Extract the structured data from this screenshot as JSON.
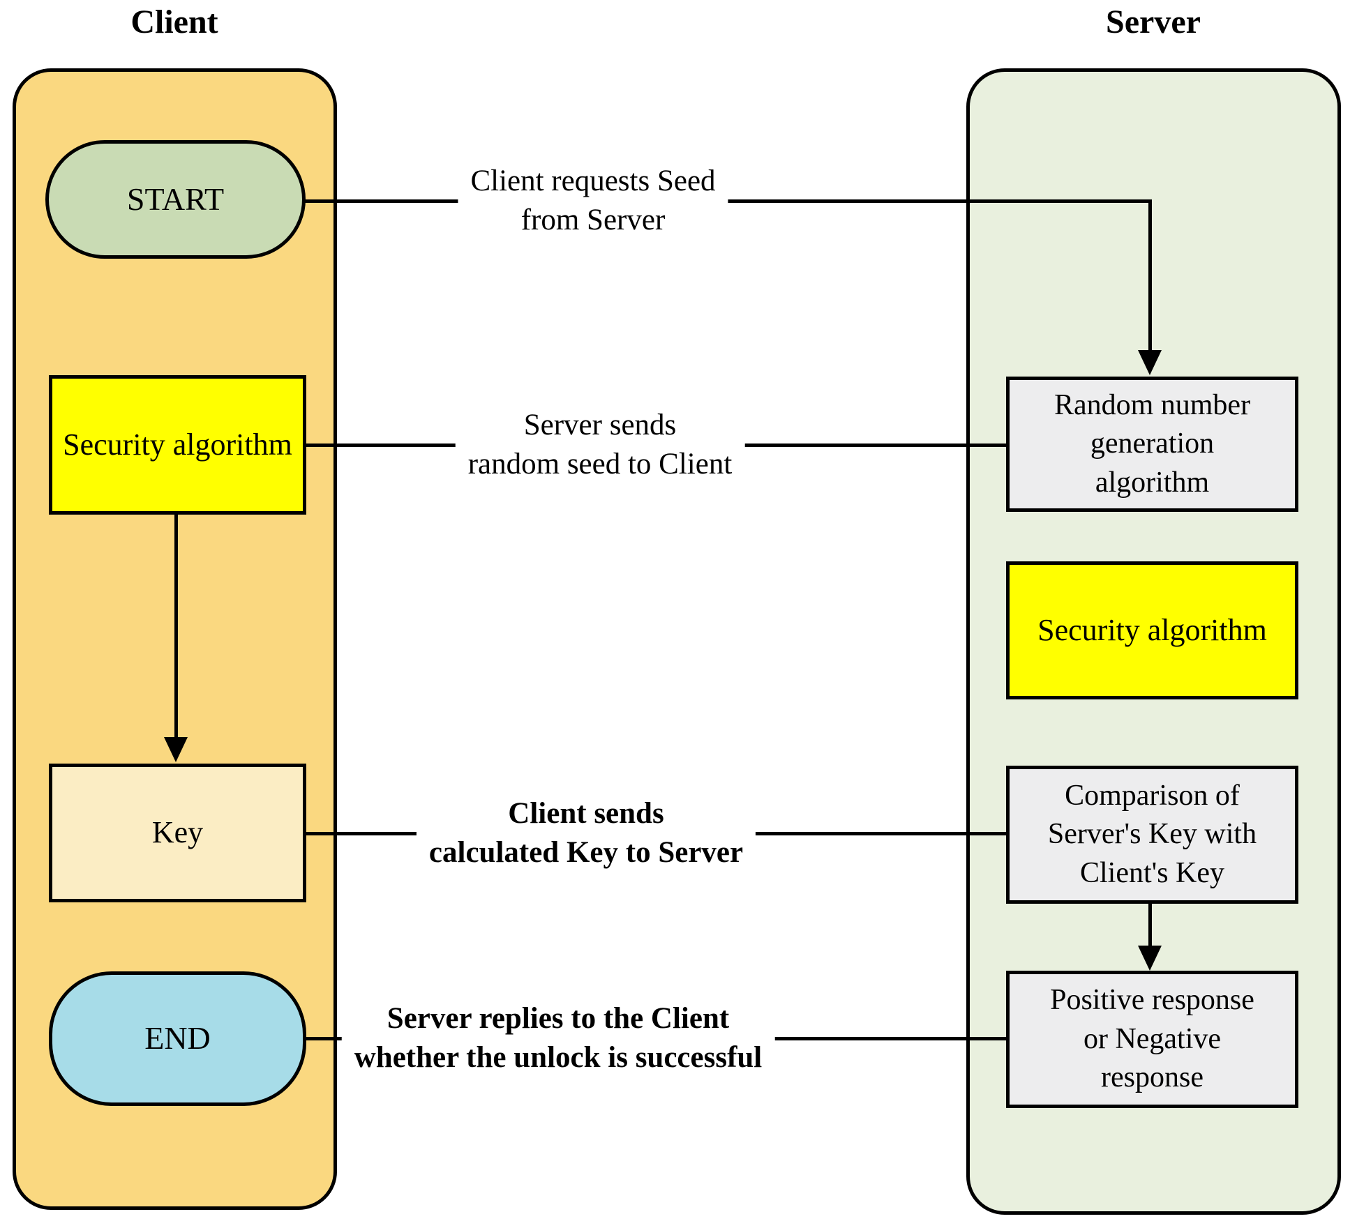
{
  "titles": {
    "client": "Client",
    "server": "Server"
  },
  "colors": {
    "client_panel": "#FAD880",
    "server_panel": "#E9F0DE",
    "start_fill": "#C9DBB4",
    "end_fill": "#A7DCE8",
    "key_fill": "#FBEDC4",
    "security_fill": "#FFFF00",
    "server_box_fill": "#EDEDEE",
    "line": "#000000"
  },
  "client_panel": {
    "nodes": [
      {
        "id": "start",
        "type": "terminal",
        "label": "START",
        "fill": "#C9DBB4"
      },
      {
        "id": "security-client",
        "type": "process",
        "label": "Security algorithm",
        "fill": "#FFFF00"
      },
      {
        "id": "key",
        "type": "process",
        "label": "Key",
        "fill": "#FBEDC4"
      },
      {
        "id": "end",
        "type": "terminal",
        "label": "END",
        "fill": "#A7DCE8"
      }
    ]
  },
  "server_panel": {
    "nodes": [
      {
        "id": "random",
        "type": "process",
        "fill": "#EDEDEE",
        "lines": [
          "Random number",
          "generation",
          "algorithm"
        ]
      },
      {
        "id": "security-server",
        "type": "process",
        "fill": "#FFFF00",
        "label": "Security algorithm"
      },
      {
        "id": "comparison",
        "type": "process",
        "fill": "#EDEDEE",
        "lines": [
          "Comparison of",
          "Server's Key with",
          "Client's Key"
        ]
      },
      {
        "id": "response",
        "type": "process",
        "fill": "#EDEDEE",
        "lines": [
          "Positive response",
          "or Negative",
          "response"
        ]
      }
    ]
  },
  "annotations": [
    {
      "id": "seed-request",
      "bold": false,
      "lines": [
        "Client requests Seed",
        "from Server"
      ]
    },
    {
      "id": "seed-send",
      "bold": false,
      "lines": [
        "Server sends",
        "random seed to Client"
      ]
    },
    {
      "id": "key-send",
      "bold": true,
      "lines": [
        "Client sends",
        "calculated Key to Server"
      ]
    },
    {
      "id": "reply",
      "bold": true,
      "lines": [
        "Server replies to the Client",
        "whether the unlock is successful"
      ]
    }
  ]
}
